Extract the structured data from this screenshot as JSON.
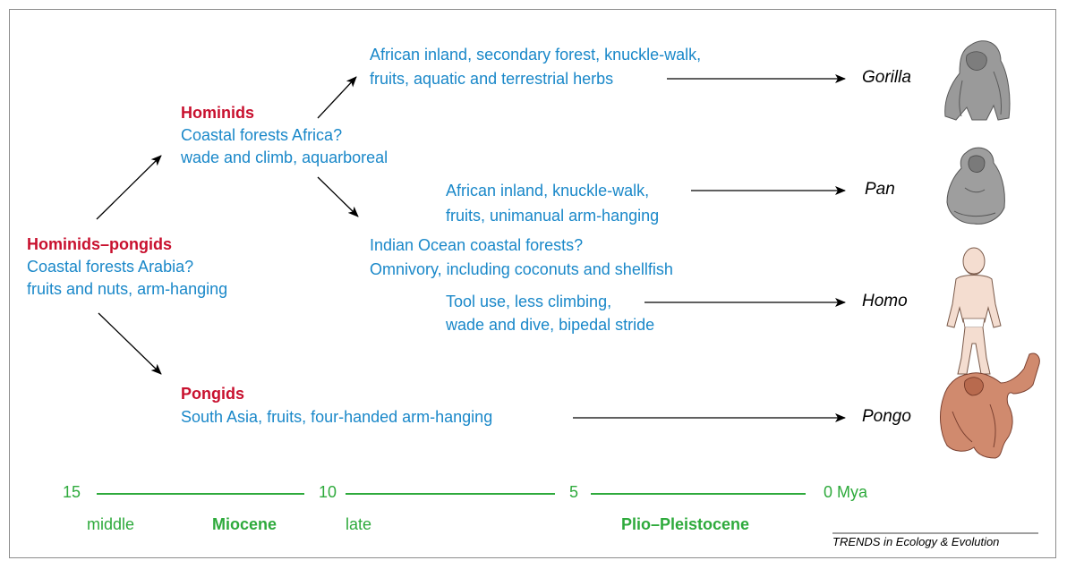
{
  "nodes": {
    "hominids_pongids": {
      "title": "Hominids–pongids",
      "line1": "Coastal forests Arabia?",
      "line2": "fruits and nuts, arm-hanging"
    },
    "hominids": {
      "title": "Hominids",
      "line1": "Coastal forests Africa?",
      "line2": "wade and climb, aquarboreal"
    },
    "pongids": {
      "title": "Pongids",
      "line1": "South Asia, fruits, four-handed arm-hanging"
    },
    "gorilla_branch": {
      "line1": "African inland, secondary forest, knuckle-walk,",
      "line2": "fruits, aquatic and terrestrial herbs"
    },
    "pan_branch": {
      "line1": "African inland, knuckle-walk,",
      "line2": "fruits, unimanual arm-hanging"
    },
    "indian_ocean": {
      "line1": "Indian Ocean coastal forests?",
      "line2": "Omnivory, including coconuts and shellfish"
    },
    "homo_branch": {
      "line1": "Tool use, less climbing,",
      "line2": "wade and dive, bipedal stride"
    }
  },
  "species": {
    "gorilla": "Gorilla",
    "pan": "Pan",
    "homo": "Homo",
    "pongo": "Pongo"
  },
  "timeline": {
    "ticks": [
      "15",
      "10",
      "5",
      "0 Mya"
    ],
    "labels": {
      "middle": "middle",
      "miocene": "Miocene",
      "late": "late",
      "plio_pleistocene": "Plio–Pleistocene"
    },
    "color": "#2eaa3c"
  },
  "credit": "TRENDS in Ecology & Evolution",
  "colors": {
    "heading": "#c8102e",
    "body_text": "#1a88c9",
    "arrow": "#000000"
  },
  "icons": [
    "gorilla-illustration",
    "chimpanzee-illustration",
    "human-illustration",
    "orangutan-illustration"
  ]
}
